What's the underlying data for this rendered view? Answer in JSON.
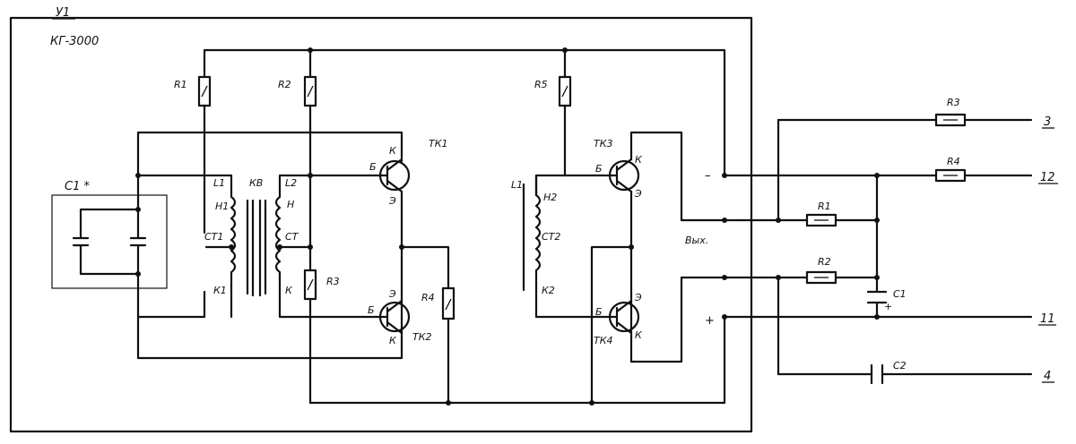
{
  "block": {
    "name": "У1",
    "model": "КГ-3000"
  },
  "inner_labels": {
    "c1_star": "С1 *",
    "r1": "R1",
    "r2": "R2",
    "r3": "R3",
    "r4": "R4",
    "r5": "R5",
    "tk1": "ТК1",
    "tk2": "ТК2",
    "tk3": "ТК3",
    "tk4": "ТК4",
    "kv": "КВ",
    "l1_left": "L1",
    "h1": "Н1",
    "ct1": "СТ1",
    "k1": "К1",
    "l2": "L2",
    "h_l2": "Н",
    "ct_l2": "СТ",
    "k_l2": "К",
    "l1_right": "L1",
    "h2": "Н2",
    "ct2": "СТ2",
    "k2": "К2",
    "vyh": "Вых.",
    "minus": "–",
    "plus": "+"
  },
  "transistor_pins": {
    "tk1_b": "Б",
    "tk1_k": "К",
    "tk1_e": "Э",
    "tk2_b": "Б",
    "tk2_k": "К",
    "tk2_e": "Э",
    "tk3_b": "Б",
    "tk3_k": "К",
    "tk3_e": "Э",
    "tk4_b": "Б",
    "tk4_k": "К",
    "tk4_e": "Э"
  },
  "outer_labels": {
    "r3": "R3",
    "r4": "R4",
    "r1": "R1",
    "r2": "R2",
    "c1": "С1",
    "c2": "С2",
    "c1_plus": "+"
  },
  "terminals": {
    "t3": "3",
    "t12": "12",
    "t11": "11",
    "t4": "4"
  }
}
